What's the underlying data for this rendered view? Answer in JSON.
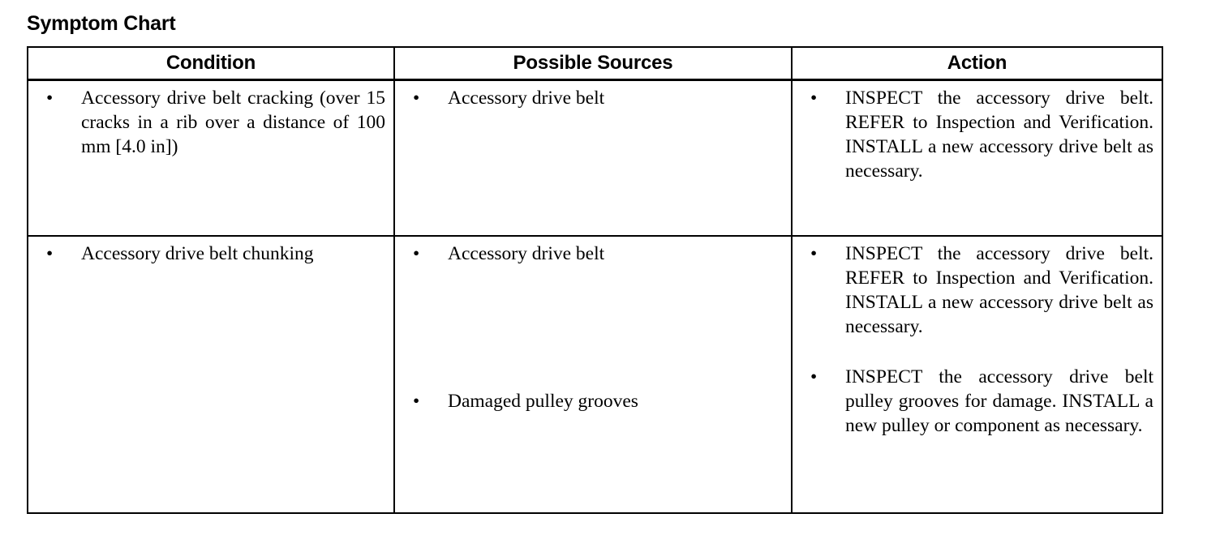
{
  "document": {
    "title": "Symptom Chart"
  },
  "table": {
    "headers": [
      {
        "label": "Condition"
      },
      {
        "label": "Possible Sources"
      },
      {
        "label": "Action"
      }
    ],
    "bullet_glyph": "•",
    "rows": [
      {
        "condition": [
          "Accessory drive belt cracking (over 15 cracks in a rib over a distance of 100 mm [4.0 in])"
        ],
        "sources": [
          "Accessory drive belt"
        ],
        "actions": [
          "INSPECT the accessory drive belt. REFER to Inspection and Verification. INSTALL a new accessory drive belt as necessary."
        ]
      },
      {
        "condition": [
          "Accessory drive belt chunking"
        ],
        "sources": [
          "Accessory drive belt",
          "Damaged pulley grooves"
        ],
        "actions": [
          "INSPECT the accessory drive belt. REFER to Inspection and Verification. INSTALL a new accessory drive belt as necessary.",
          "INSPECT the accessory drive belt pulley grooves for damage. INSTALL a new pulley or component as necessary."
        ]
      }
    ]
  },
  "colors": {
    "text": "#000000",
    "background": "#ffffff",
    "border": "#000000"
  }
}
